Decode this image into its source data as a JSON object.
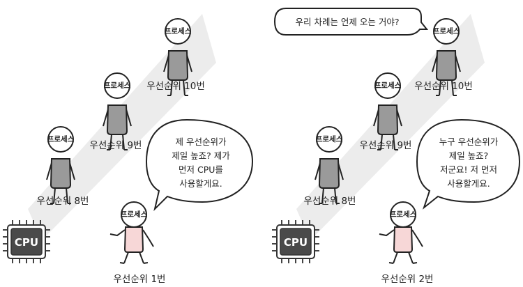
{
  "panels": [
    {
      "queue": [
        {
          "head": "프로세스",
          "label": "우선순위 10번"
        },
        {
          "head": "프로세스",
          "label": "우선순위 9번"
        },
        {
          "head": "프로세스",
          "label": "우선순위 8번"
        }
      ],
      "active": {
        "head": "프로세스",
        "label": "우선순위 1번"
      },
      "cpu": "CPU",
      "speech": [
        "제 우선순위가",
        "제일 높죠? 제가",
        "먼저 CPU를",
        "사용할게요."
      ],
      "top_speech": ""
    },
    {
      "queue": [
        {
          "head": "프로세스",
          "label": "우선순위 10번"
        },
        {
          "head": "프로세스",
          "label": "우선순위 9번"
        },
        {
          "head": "프로세스",
          "label": "우선순위 8번"
        }
      ],
      "active": {
        "head": "프로세스",
        "label": "우선순위 2번"
      },
      "cpu": "CPU",
      "speech": [
        "누구 우선순위가",
        "제일 높죠?",
        "저군요! 저 먼저",
        "사용할게요."
      ],
      "top_speech": "우리 차례는 언제 오는 거야?"
    }
  ],
  "colors": {
    "body_gray": "#9a9a9a",
    "body_pink": "#f7d7d7",
    "cpu_dark": "#4a4a4a",
    "ray": "#ececec"
  }
}
